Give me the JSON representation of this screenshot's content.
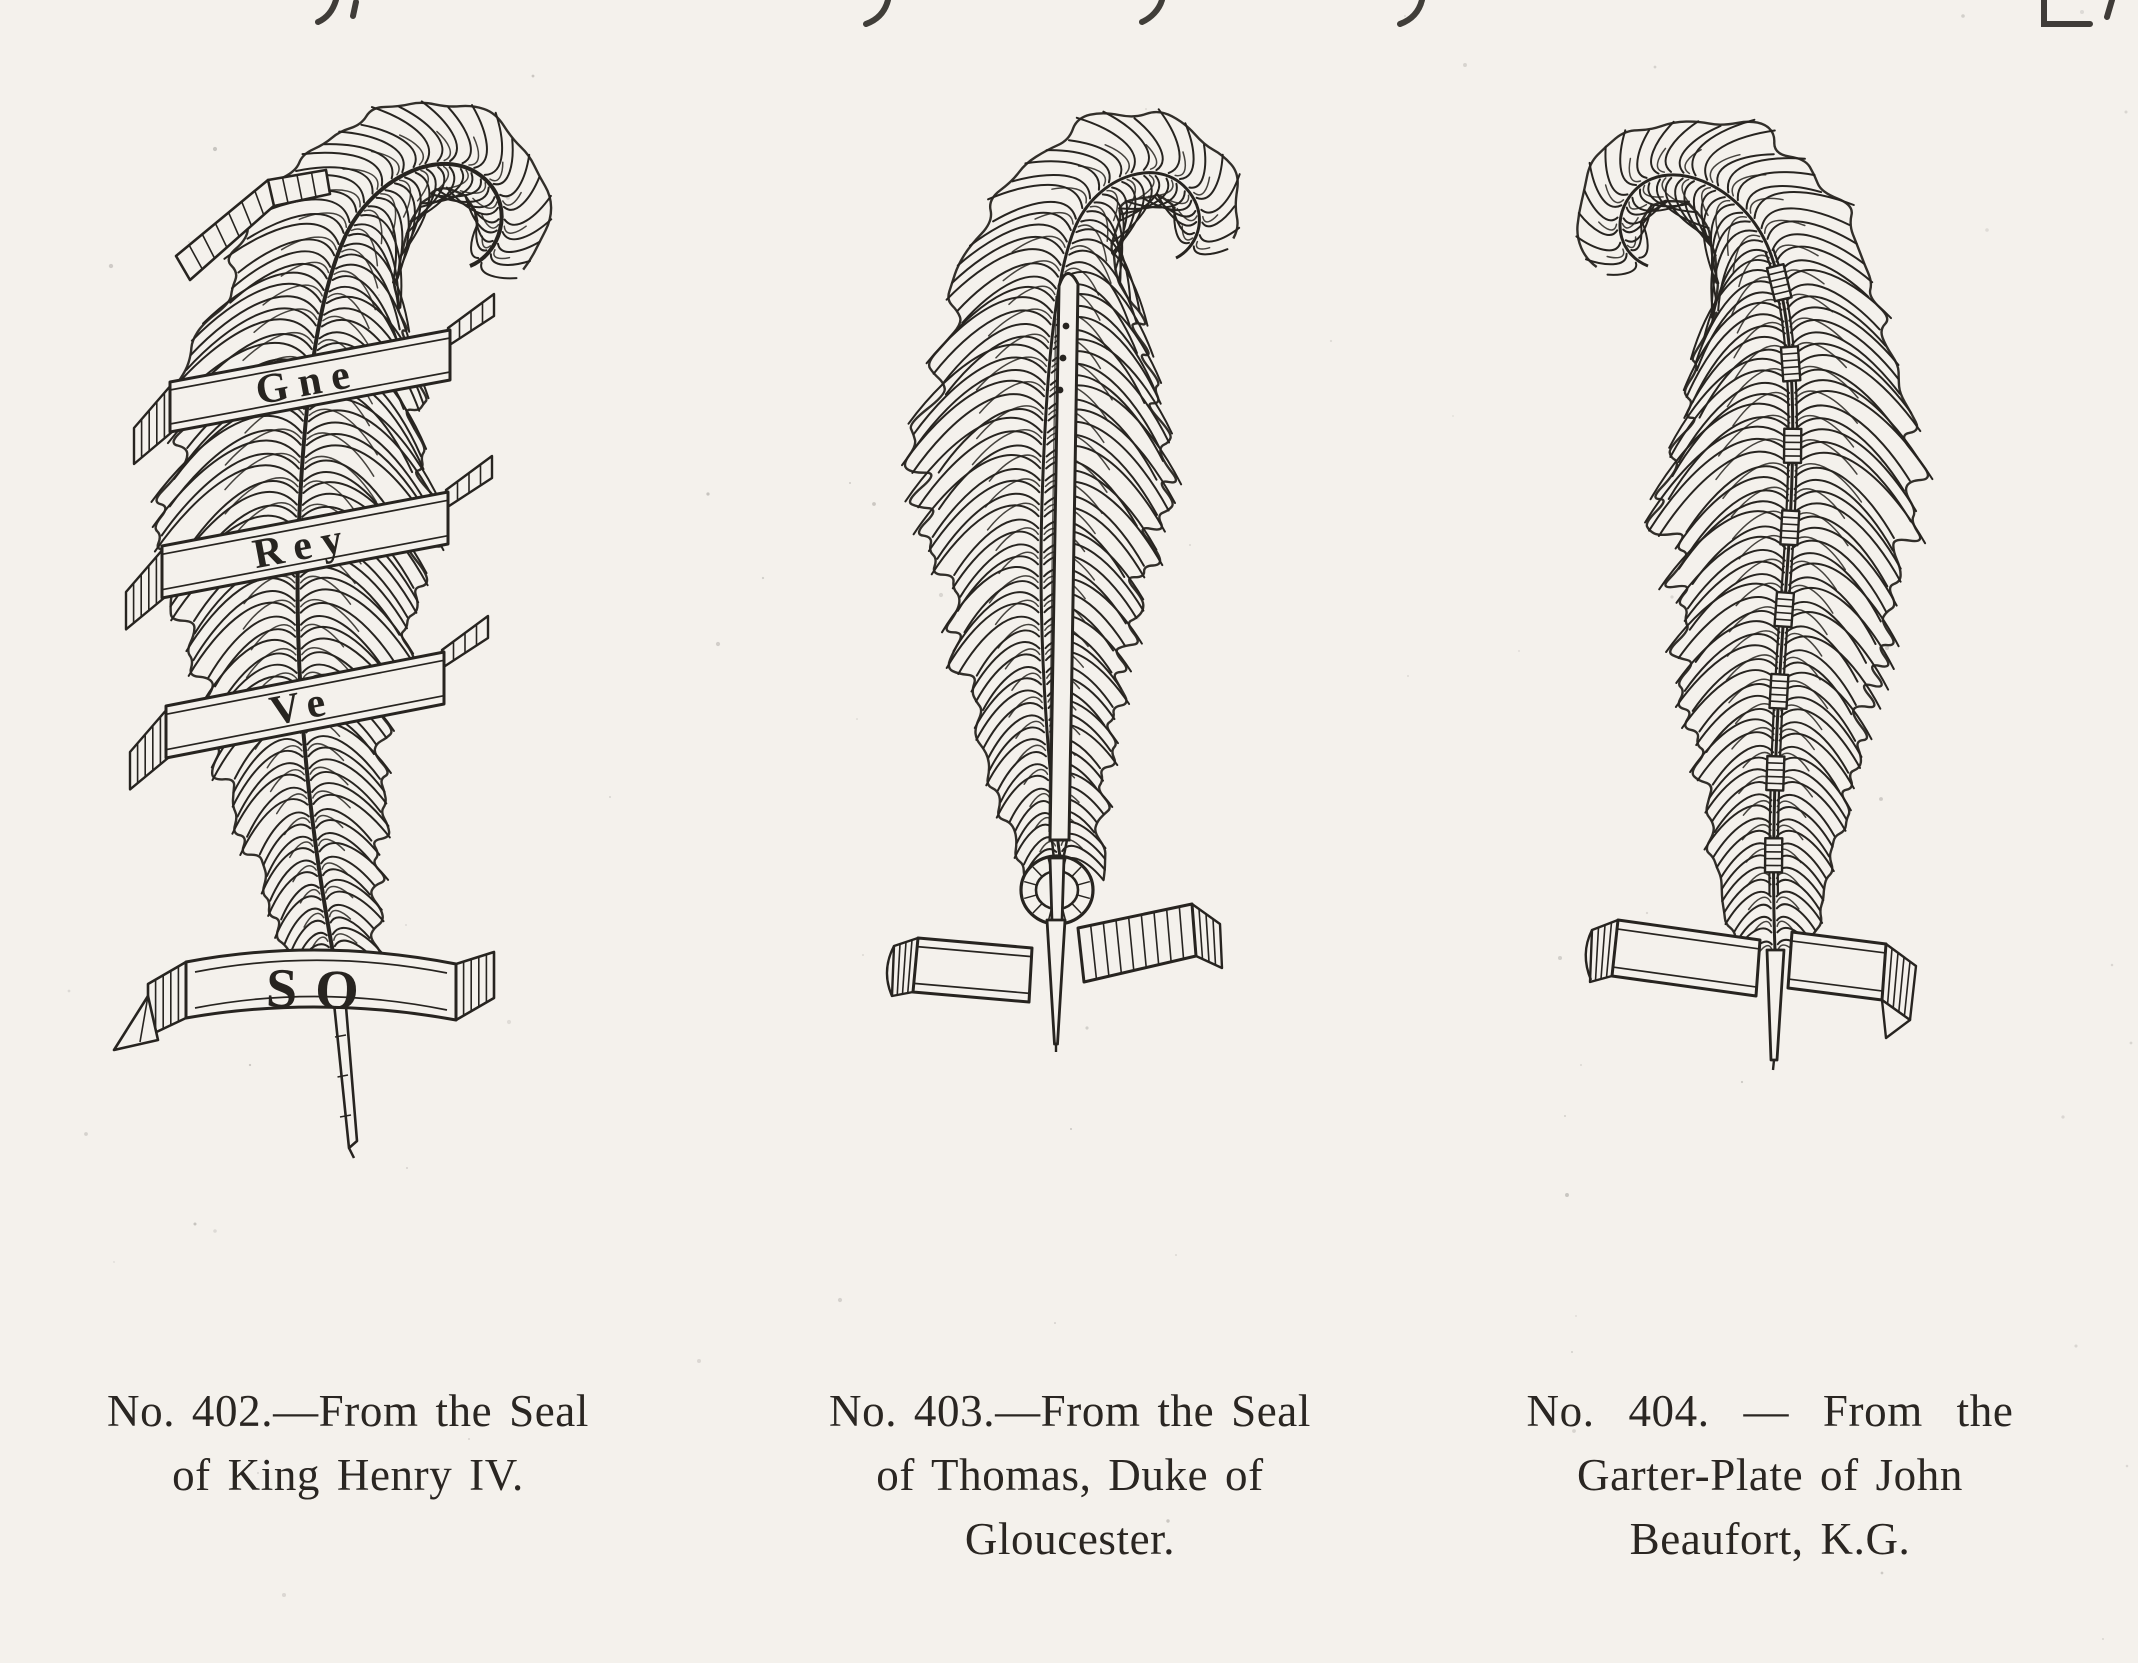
{
  "page": {
    "background": "#f4f1ec",
    "ink": "#272420"
  },
  "figures": [
    {
      "name": "ostrich-feather-badge-with-spiral-scroll",
      "caption_lines": [
        "No. 402.—From the Seal",
        "of King Henry IV."
      ],
      "scroll_band_labels": [
        "Gne",
        "Rey",
        "Ve"
      ],
      "base_scroll_label": "SO"
    },
    {
      "name": "ostrich-feather-badge-with-pen-and-ring",
      "caption_lines": [
        "No. 403.—From the Seal",
        "of Thomas, Duke of",
        "Gloucester."
      ]
    },
    {
      "name": "ostrich-feather-badge-with-banded-quill",
      "caption_lines": [
        "No. 404. — From the",
        "Garter-Plate of John",
        "Beaufort, K.G."
      ]
    }
  ]
}
